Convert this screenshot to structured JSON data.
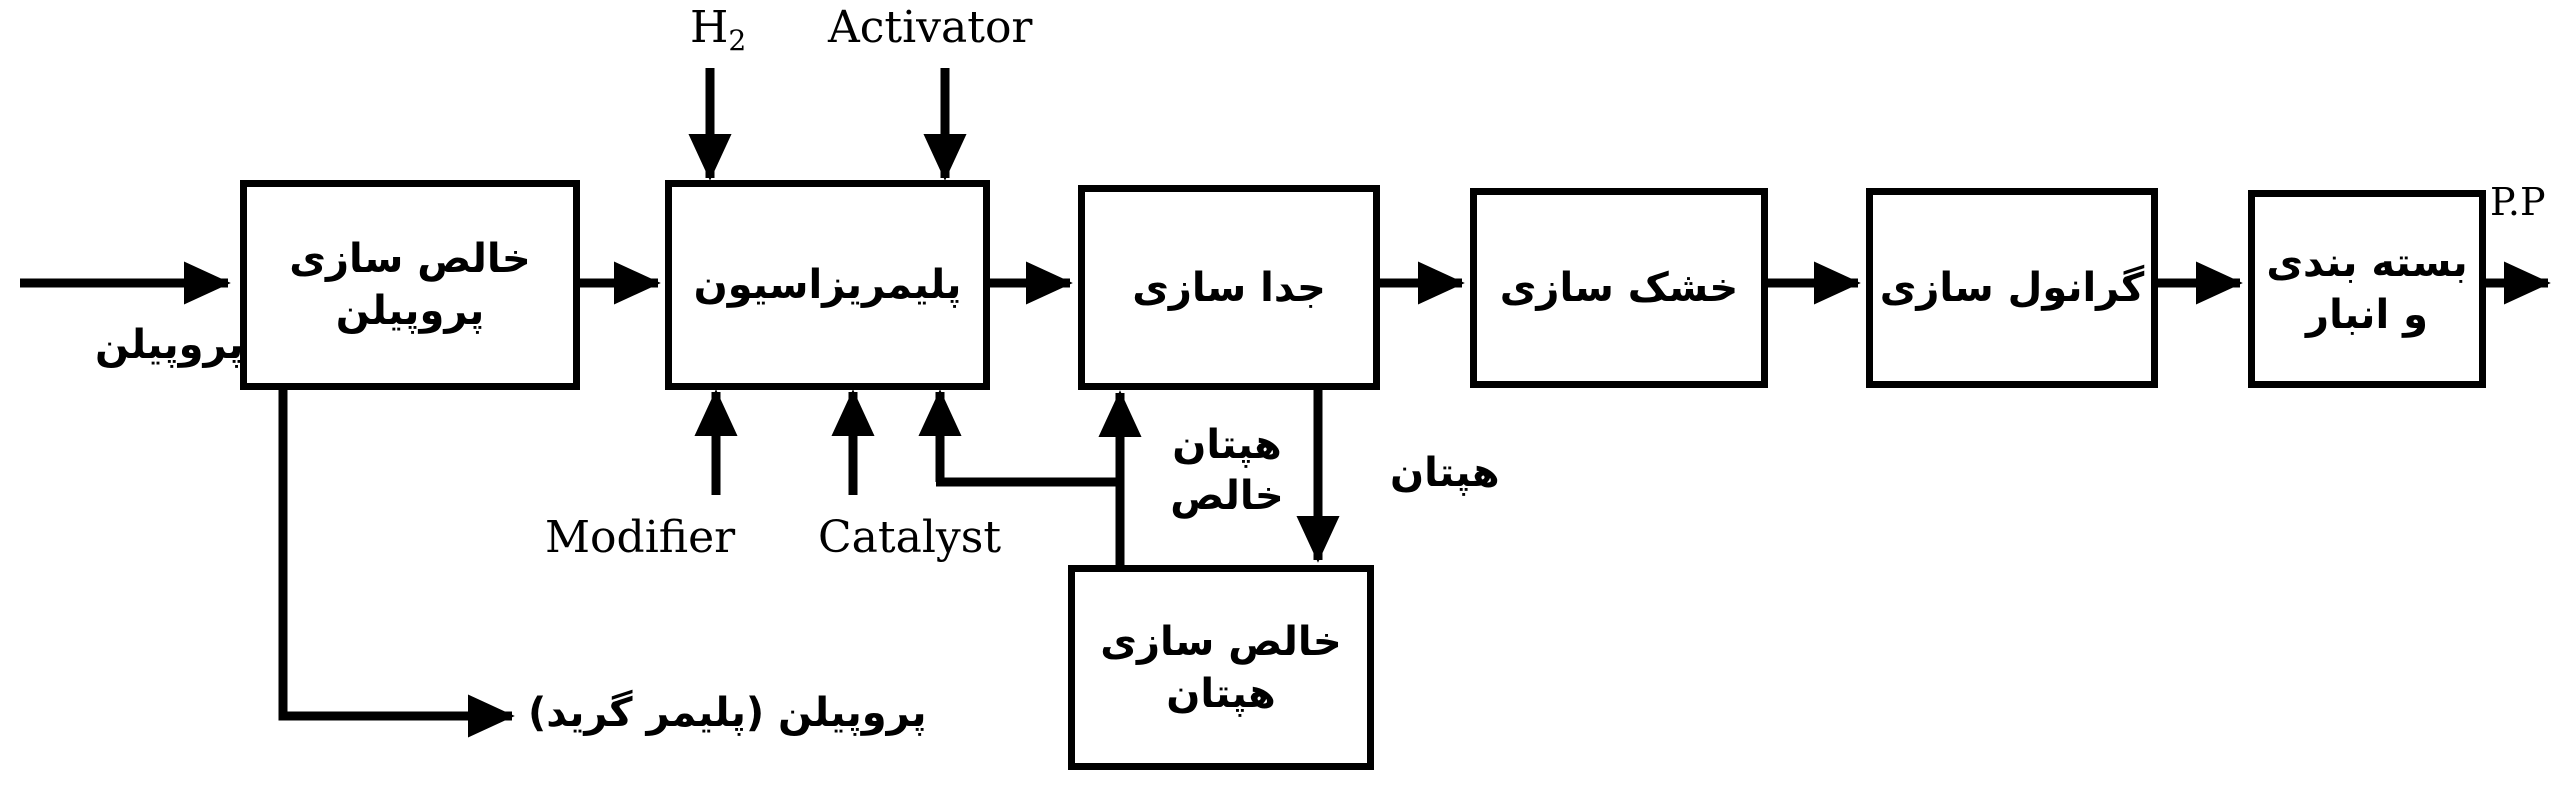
{
  "diagram": {
    "title": "Polypropylene production process block flow diagram",
    "line_color": "#000000",
    "background": "#ffffff",
    "boxes": [
      {
        "id": "propylene-purification",
        "label_line1": "خالص سازی",
        "label_line2": "پروپیلن"
      },
      {
        "id": "polymerization",
        "label_line1": "پلیمریزاسیون",
        "label_line2": ""
      },
      {
        "id": "separation",
        "label_line1": "جدا سازی",
        "label_line2": ""
      },
      {
        "id": "drying",
        "label_line1": "خشک سازی",
        "label_line2": ""
      },
      {
        "id": "granulation",
        "label_line1": "گرانول سازی",
        "label_line2": ""
      },
      {
        "id": "packaging-storage",
        "label_line1": "بسته بندی",
        "label_line2": "و انبار"
      },
      {
        "id": "heptane-purification",
        "label_line1": "خالص سازی",
        "label_line2": "هپتان"
      }
    ],
    "stream_labels": {
      "feed_propylene": "پروپیلن",
      "hydrogen": "H",
      "hydrogen_sub": "2",
      "activator": "Activator",
      "modifier": "Modifier",
      "catalyst": "Catalyst",
      "pure_heptane_line1": "هپتان",
      "pure_heptane_line2": "خالص",
      "heptane": "هپتان",
      "polymer_grade_propylene": "پروپیلن (پلیمر گرید)",
      "product_pp": "P.P"
    }
  }
}
